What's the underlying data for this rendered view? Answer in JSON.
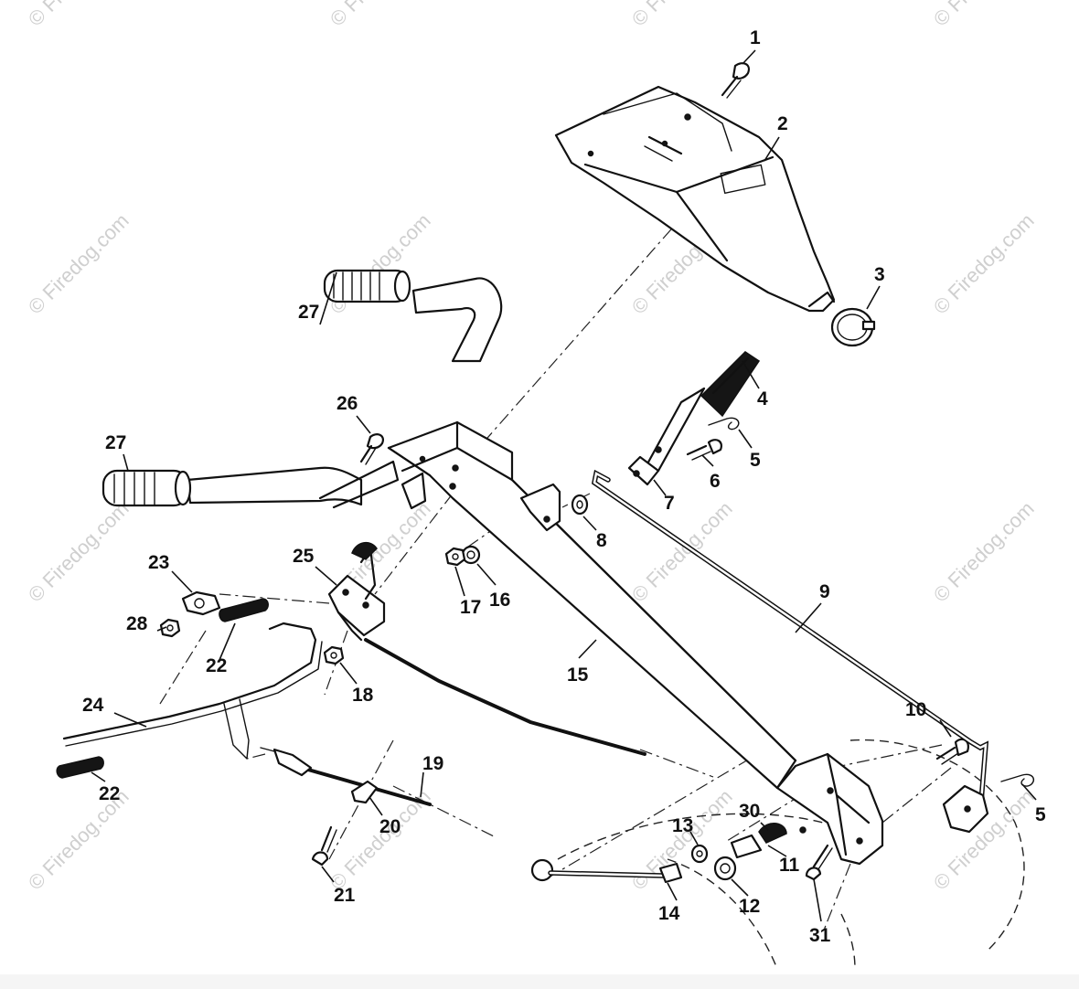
{
  "watermark": {
    "text": "© Firedog.com",
    "color": "#cfcfcf"
  },
  "callouts": [
    {
      "id": "p1",
      "label": "1"
    },
    {
      "id": "p2",
      "label": "2"
    },
    {
      "id": "p3",
      "label": "3"
    },
    {
      "id": "p4",
      "label": "4"
    },
    {
      "id": "p5a",
      "label": "5"
    },
    {
      "id": "p5b",
      "label": "5"
    },
    {
      "id": "p6",
      "label": "6"
    },
    {
      "id": "p7",
      "label": "7"
    },
    {
      "id": "p8",
      "label": "8"
    },
    {
      "id": "p9",
      "label": "9"
    },
    {
      "id": "p10",
      "label": "10"
    },
    {
      "id": "p11",
      "label": "11"
    },
    {
      "id": "p12",
      "label": "12"
    },
    {
      "id": "p13",
      "label": "13"
    },
    {
      "id": "p14",
      "label": "14"
    },
    {
      "id": "p15",
      "label": "15"
    },
    {
      "id": "p16",
      "label": "16"
    },
    {
      "id": "p17",
      "label": "17"
    },
    {
      "id": "p18",
      "label": "18"
    },
    {
      "id": "p19",
      "label": "19"
    },
    {
      "id": "p20",
      "label": "20"
    },
    {
      "id": "p21",
      "label": "21"
    },
    {
      "id": "p22a",
      "label": "22"
    },
    {
      "id": "p22b",
      "label": "22"
    },
    {
      "id": "p23",
      "label": "23"
    },
    {
      "id": "p24",
      "label": "24"
    },
    {
      "id": "p25",
      "label": "25"
    },
    {
      "id": "p26",
      "label": "26"
    },
    {
      "id": "p27a",
      "label": "27"
    },
    {
      "id": "p27b",
      "label": "27"
    },
    {
      "id": "p28",
      "label": "28"
    },
    {
      "id": "p30",
      "label": "30"
    },
    {
      "id": "p31",
      "label": "31"
    }
  ]
}
